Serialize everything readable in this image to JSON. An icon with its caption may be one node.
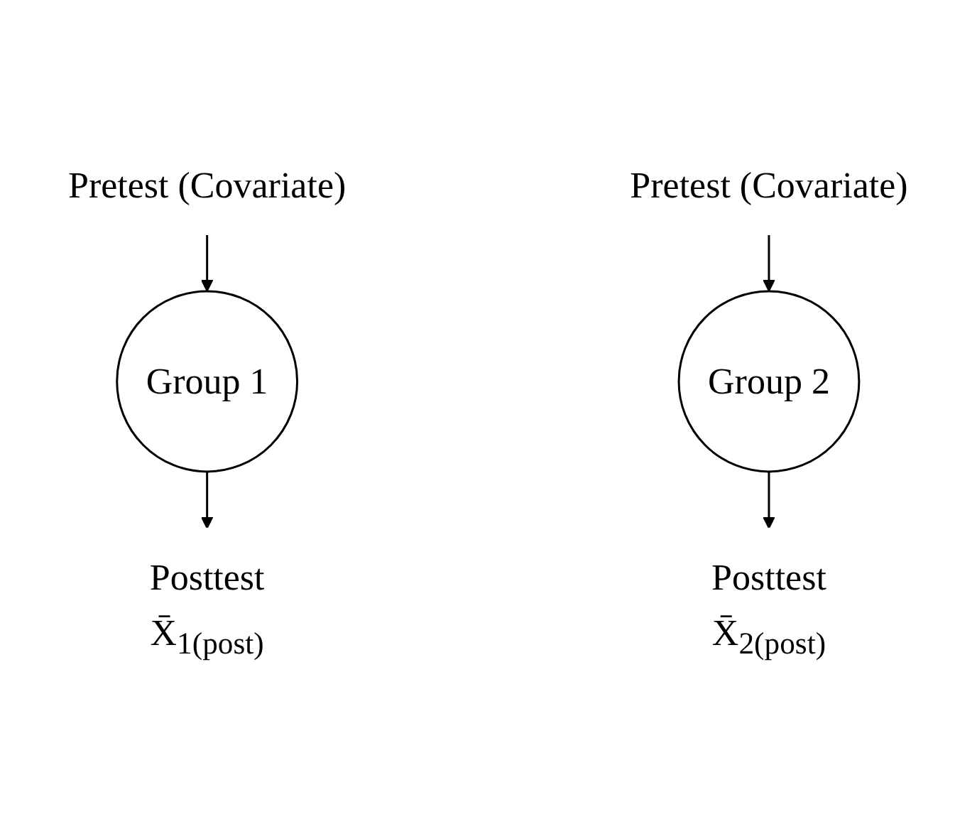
{
  "diagram": {
    "nodes": [
      {
        "text": [
          "Pretest (Covariate)"
        ]
      },
      {
        "text": [
          "Pretest (Covariate)"
        ]
      },
      {
        "text": [
          "Group 1"
        ]
      },
      {
        "text": [
          "Group 2"
        ]
      },
      {
        "text": [
          "Posttest",
          "X̄$_{1(post)}$"
        ]
      },
      {
        "text": [
          "Posttest",
          "X̄$_{2(post)}$"
        ]
      }
    ],
    "edges": [
      {
        "from": 0,
        "to": 2,
        "arrow": "to"
      },
      {
        "from": 2,
        "to": 4,
        "arrow": "to"
      },
      {
        "from": 1,
        "to": 3,
        "arrow": "to"
      },
      {
        "from": 3,
        "to": 5,
        "arrow": "to"
      }
    ]
  }
}
